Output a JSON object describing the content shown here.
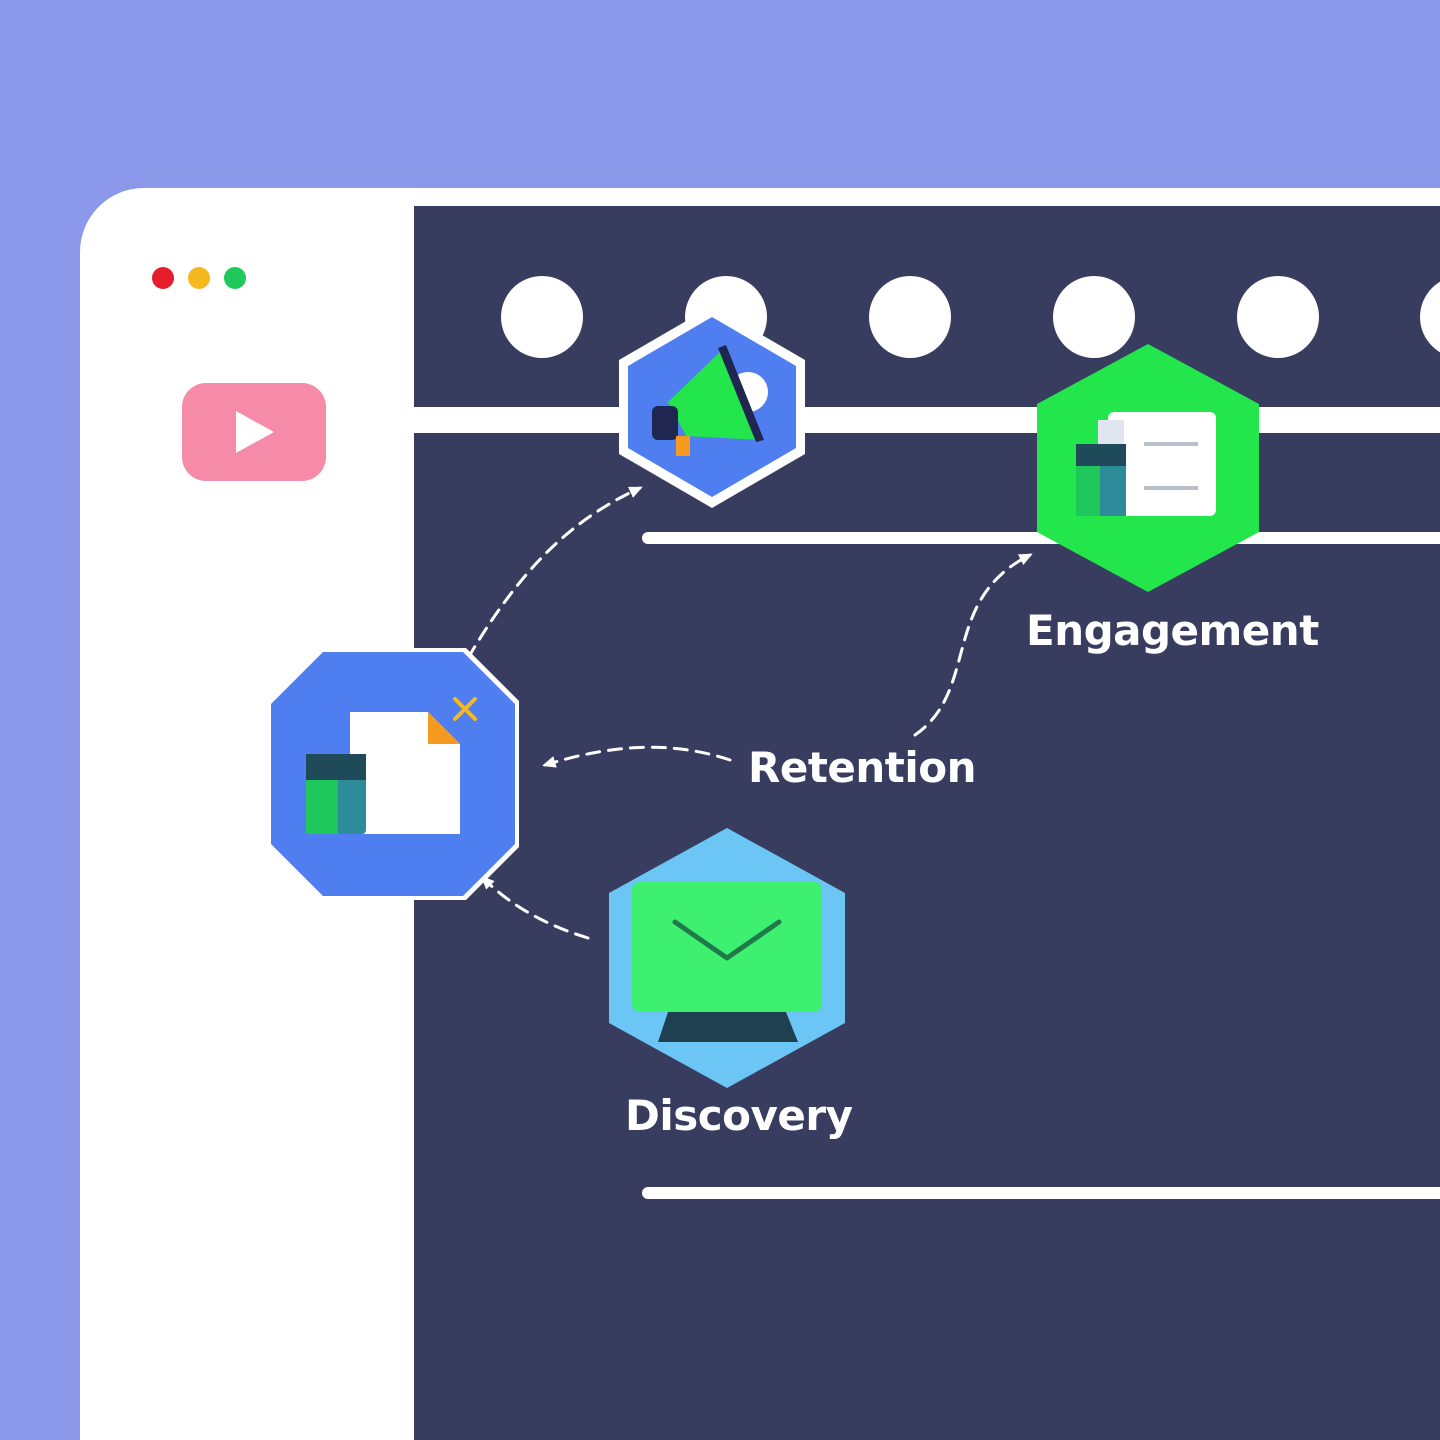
{
  "window": {
    "controls": [
      {
        "name": "close",
        "color": "#e61e2b"
      },
      {
        "name": "minimize",
        "color": "#f5b81f"
      },
      {
        "name": "maximize",
        "color": "#1ec85a"
      }
    ],
    "logo": {
      "icon": "play-button-icon",
      "color": "#f58ba8"
    }
  },
  "diagram": {
    "nodes": [
      {
        "id": "megaphone",
        "icon": "megaphone-icon",
        "label": "",
        "color": "#4f7ef0"
      },
      {
        "id": "engagement",
        "icon": "document-list-icon",
        "label": "Engagement",
        "color": "#22e64c"
      },
      {
        "id": "document",
        "icon": "file-icon",
        "label": "",
        "color": "#4f7ef0"
      },
      {
        "id": "discovery",
        "icon": "monitor-mail-icon",
        "label": "Discovery",
        "color": "#6cc6f5"
      }
    ],
    "center_label": "Retention",
    "edges": [
      {
        "from": "document",
        "to": "megaphone"
      },
      {
        "from": "discovery",
        "to": "document"
      },
      {
        "from": "center",
        "to": "document"
      },
      {
        "from": "center",
        "to": "engagement"
      }
    ]
  },
  "colors": {
    "background": "#8c98ea",
    "panel": "#383d60",
    "accent_green": "#22e64c",
    "accent_blue": "#4f7ef0"
  }
}
